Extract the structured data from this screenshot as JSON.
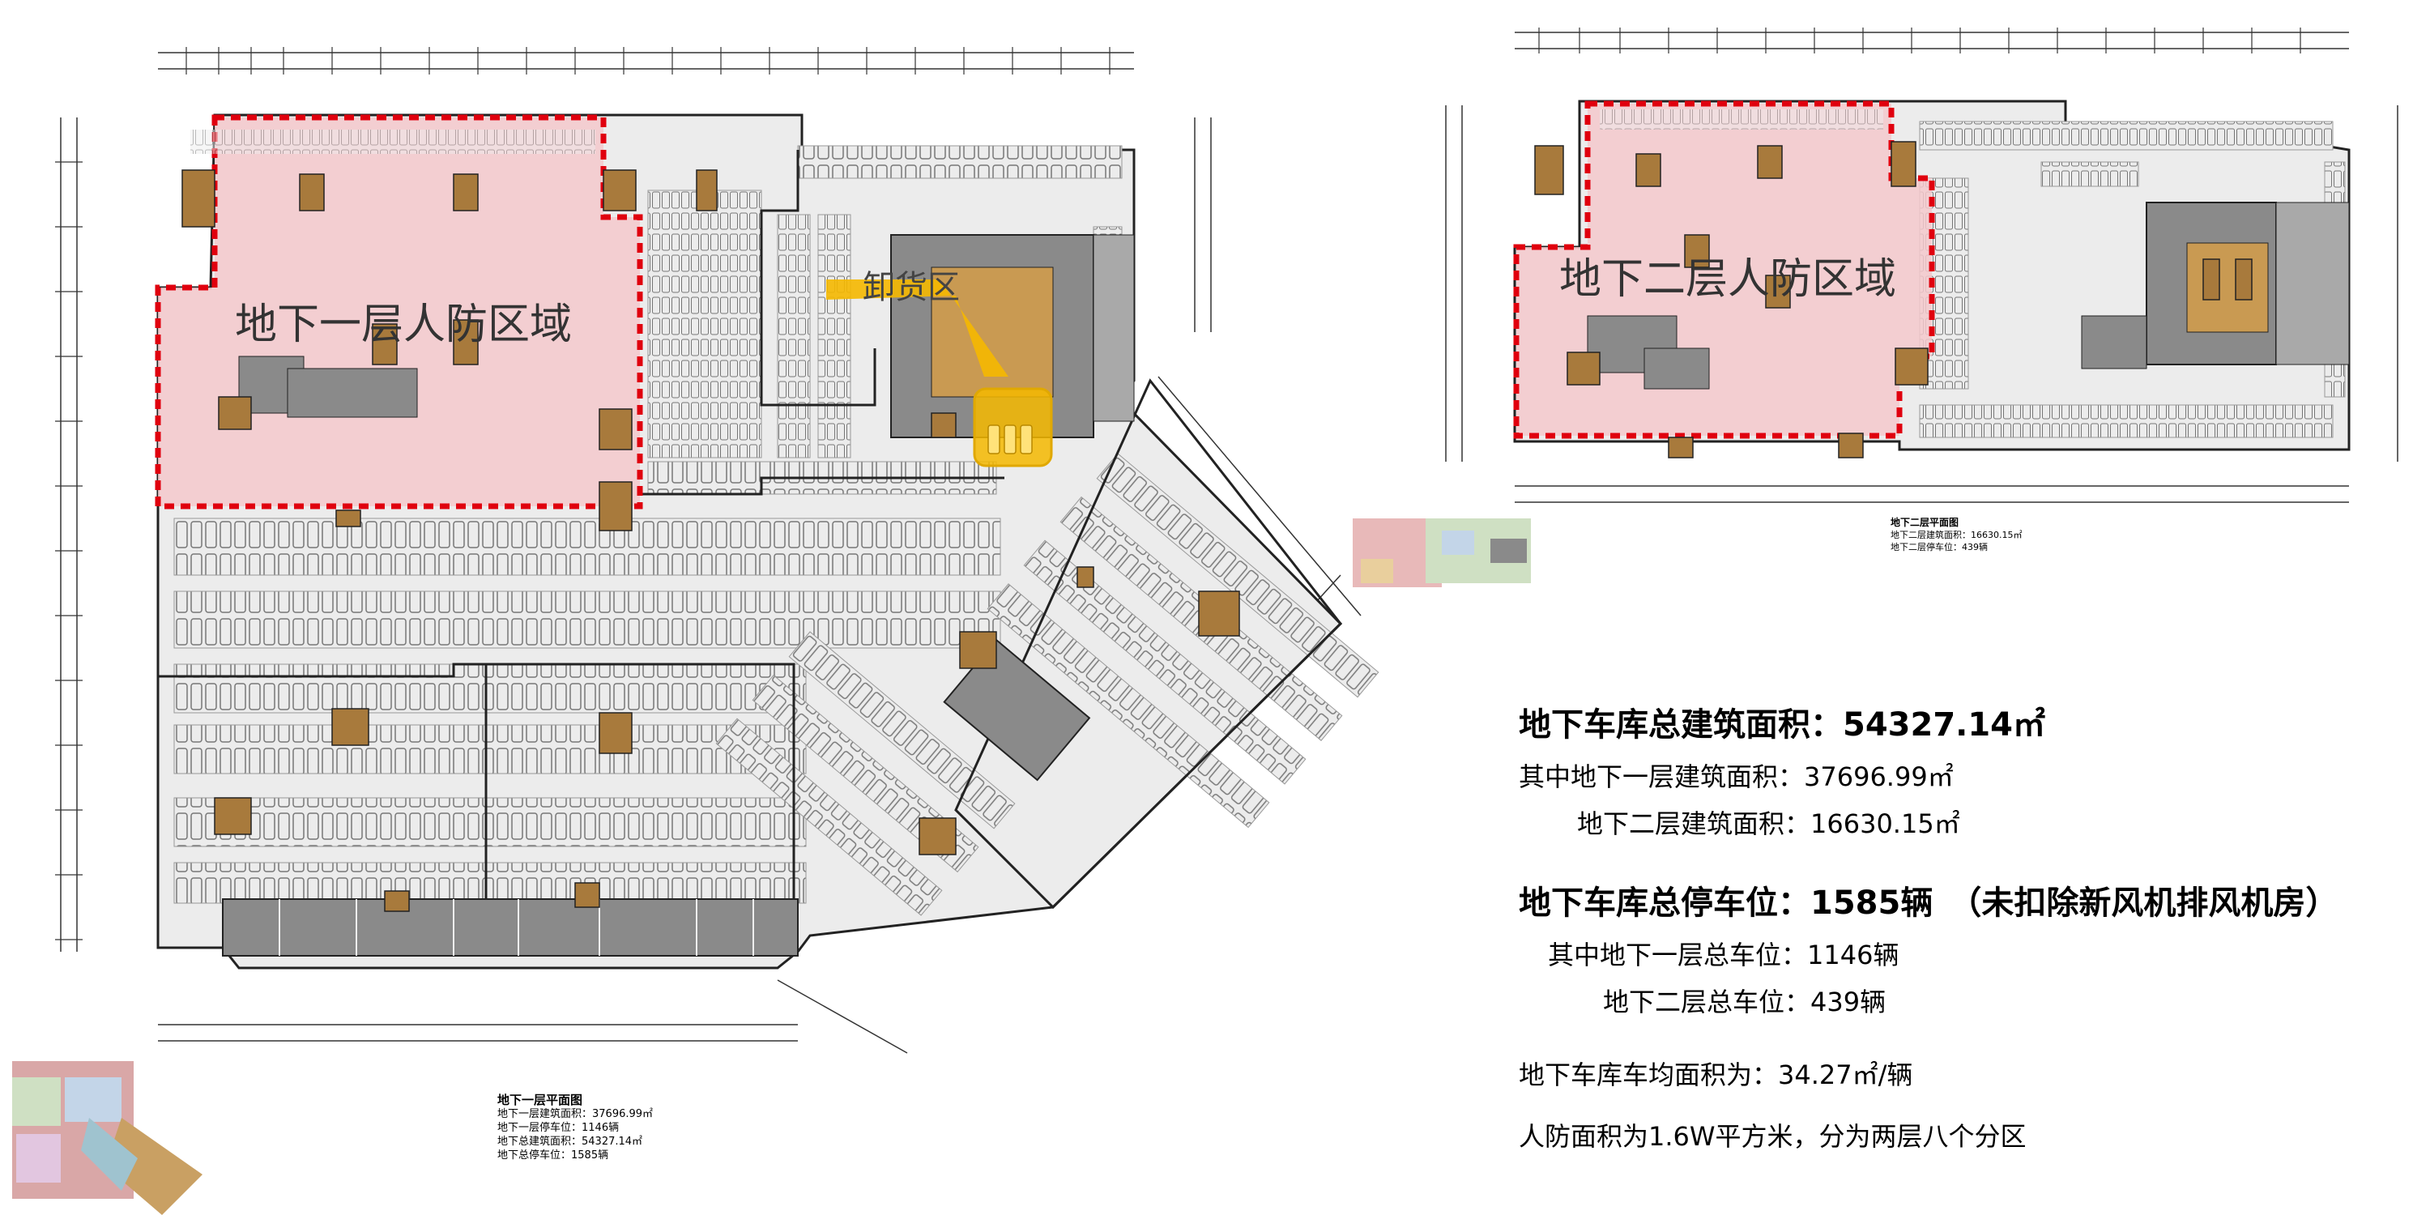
{
  "zones": {
    "b1_zone_label": "地下一层人防区域",
    "b2_zone_label": "地下二层人防区域",
    "unloading_label": "卸货区"
  },
  "info": {
    "total_area": "地下车库总建筑面积：54327.14㎡",
    "b1_area": "其中地下一层建筑面积：37696.99㎡",
    "b2_area": "地下二层建筑面积：16630.15㎡",
    "total_spaces": "地下车库总停车位：1585辆　（未扣除新风机排风机房）",
    "b1_spaces": "其中地下一层总车位：1146辆",
    "b2_spaces": "地下二层总车位：439辆",
    "avg_area": "地下车库车均面积为：34.27㎡/辆",
    "civil_defense": "人防面积为1.6W平方米，分为两层八个分区"
  },
  "b1_caption": {
    "title": "地下一层平面图",
    "lines": [
      "地下一层建筑面积：37696.99㎡",
      "地下一层停车位：1146辆",
      "地下总建筑面积：54327.14㎡",
      "地下总停车位：1585辆"
    ]
  },
  "b2_caption": {
    "title": "地下二层平面图",
    "lines": [
      "地下二层建筑面积：16630.15㎡",
      "地下二层停车位：439辆"
    ]
  },
  "colors": {
    "civil_defense_fill": "#f5c9cc",
    "civil_defense_border": "#e0000e",
    "unloading_highlight": "#f5b800",
    "core_gray": "#8a8a8a",
    "stair_brown": "#a87a3c",
    "parking_bg": "#e8e8e8"
  }
}
